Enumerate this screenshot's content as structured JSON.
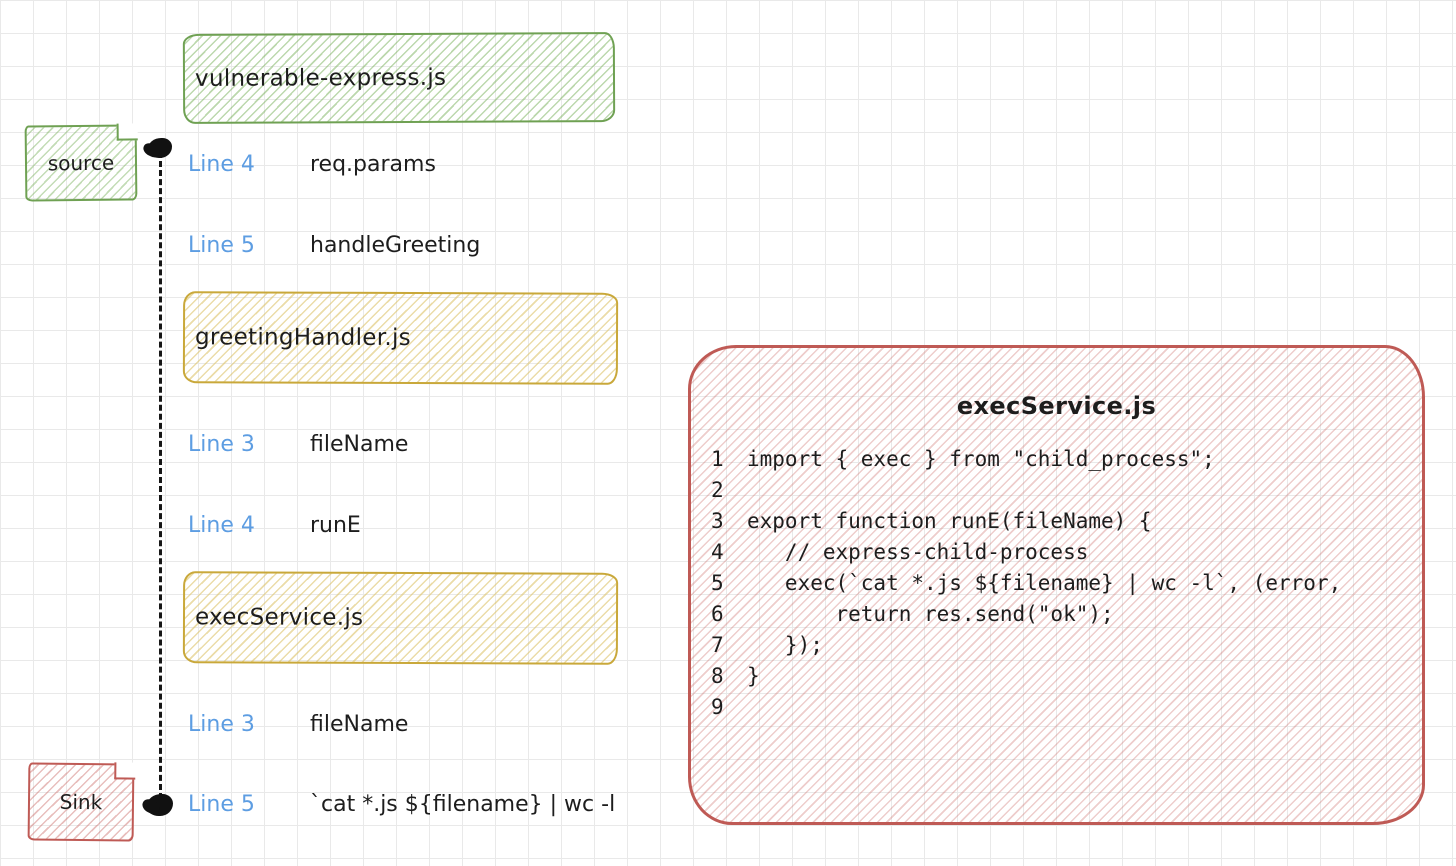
{
  "colors": {
    "green": "#6fa153",
    "yellow": "#c9a83a",
    "red": "#bf5a55",
    "blue": "#5d9de2",
    "ink": "#1d1d1d"
  },
  "file_boxes": {
    "top": "vulnerable-express.js",
    "middle": "greetingHandler.js",
    "bottom": "execService.js"
  },
  "notes": {
    "source": "source",
    "sink": "Sink"
  },
  "trace": [
    {
      "line": "Line 4",
      "value": "req.params"
    },
    {
      "line": "Line 5",
      "value": "handleGreeting"
    },
    {
      "line": "Line 3",
      "value": "fileName"
    },
    {
      "line": "Line 4",
      "value": "runE"
    },
    {
      "line": "Line 3",
      "value": "fileName"
    },
    {
      "line": "Line 5",
      "value": "`cat *.js ${filename} | wc -l"
    }
  ],
  "code_panel": {
    "title": "execService.js",
    "lines": [
      {
        "num": "1",
        "code": "import { exec } from \"child_process\";"
      },
      {
        "num": "2",
        "code": ""
      },
      {
        "num": "3",
        "code": "export function runE(fileName) {"
      },
      {
        "num": "4",
        "code": "   // express-child-process"
      },
      {
        "num": "5",
        "code": "   exec(`cat *.js ${filename} | wc -l`, (error,"
      },
      {
        "num": "6",
        "code": "       return res.send(\"ok\");"
      },
      {
        "num": "7",
        "code": "   });"
      },
      {
        "num": "8",
        "code": "}"
      },
      {
        "num": "9",
        "code": ""
      }
    ]
  }
}
